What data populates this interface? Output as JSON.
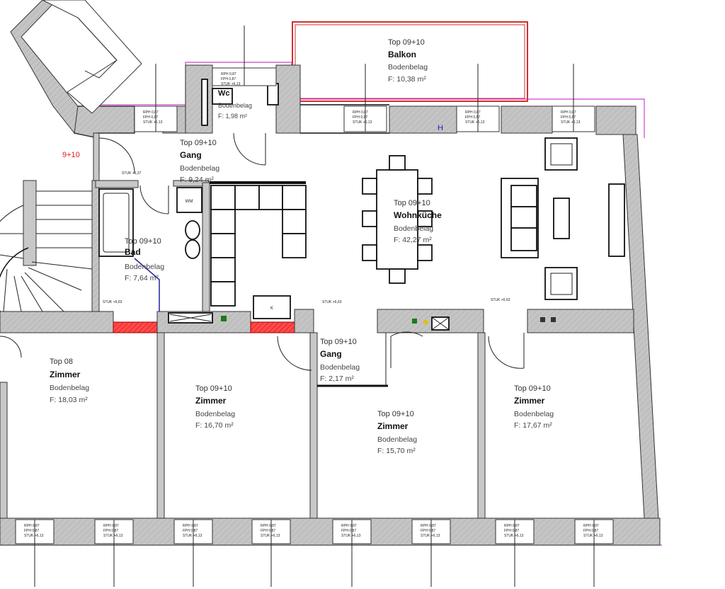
{
  "plan": {
    "unit_marker": "9+10",
    "rooms": [
      {
        "id": "balkon",
        "top": "Top 09+10",
        "name": "Balkon",
        "floor": "Bodenbelag",
        "area": "F: 10,38 m²"
      },
      {
        "id": "wc",
        "top": "",
        "name": "Wc",
        "floor": "Bodenbelag",
        "area": "F: 1,98 m²"
      },
      {
        "id": "gang1",
        "top": "Top 09+10",
        "name": "Gang",
        "floor": "Bodenbelag",
        "area": "F: 9,24 m²"
      },
      {
        "id": "wohnkueche",
        "top": "Top 09+10",
        "name": "Wohnküche",
        "floor": "Bodenbelag",
        "area": "F: 42,27 m²"
      },
      {
        "id": "bad",
        "top": "Top 09+10",
        "name": "Bad",
        "floor": "Bodenbelag",
        "area": "F: 7,64 m²"
      },
      {
        "id": "zimmer08",
        "top": "Top 08",
        "name": "Zimmer",
        "floor": "Bodenbelag",
        "area": "F: 18,03 m²"
      },
      {
        "id": "zimmer1",
        "top": "Top 09+10",
        "name": "Zimmer",
        "floor": "Bodenbelag",
        "area": "F: 16,70 m²"
      },
      {
        "id": "gang2",
        "top": "Top 09+10",
        "name": "Gang",
        "floor": "Bodenbelag",
        "area": "F: 2,17 m²"
      },
      {
        "id": "zimmer2",
        "top": "Top 09+10",
        "name": "Zimmer",
        "floor": "Bodenbelag",
        "area": "F: 15,70 m²"
      },
      {
        "id": "zimmer3",
        "top": "Top 09+10",
        "name": "Zimmer",
        "floor": "Bodenbelag",
        "area": "F: 17,67 m²"
      }
    ],
    "fixtures": {
      "washing_machine": "WM",
      "fridge": "K"
    },
    "window_label": [
      "RPH 0,87",
      "FPH 0,87",
      "STUK +6,13"
    ],
    "stuk_labels": [
      "STUK +6,37",
      "STUK +6,63",
      "STUK +6,63",
      "STUK +6,63"
    ],
    "colors": {
      "wall": "#c8c8c8",
      "balcony_outline": "#d03030",
      "outline": "#d040d0",
      "fire_wall": "#ff4040"
    }
  }
}
